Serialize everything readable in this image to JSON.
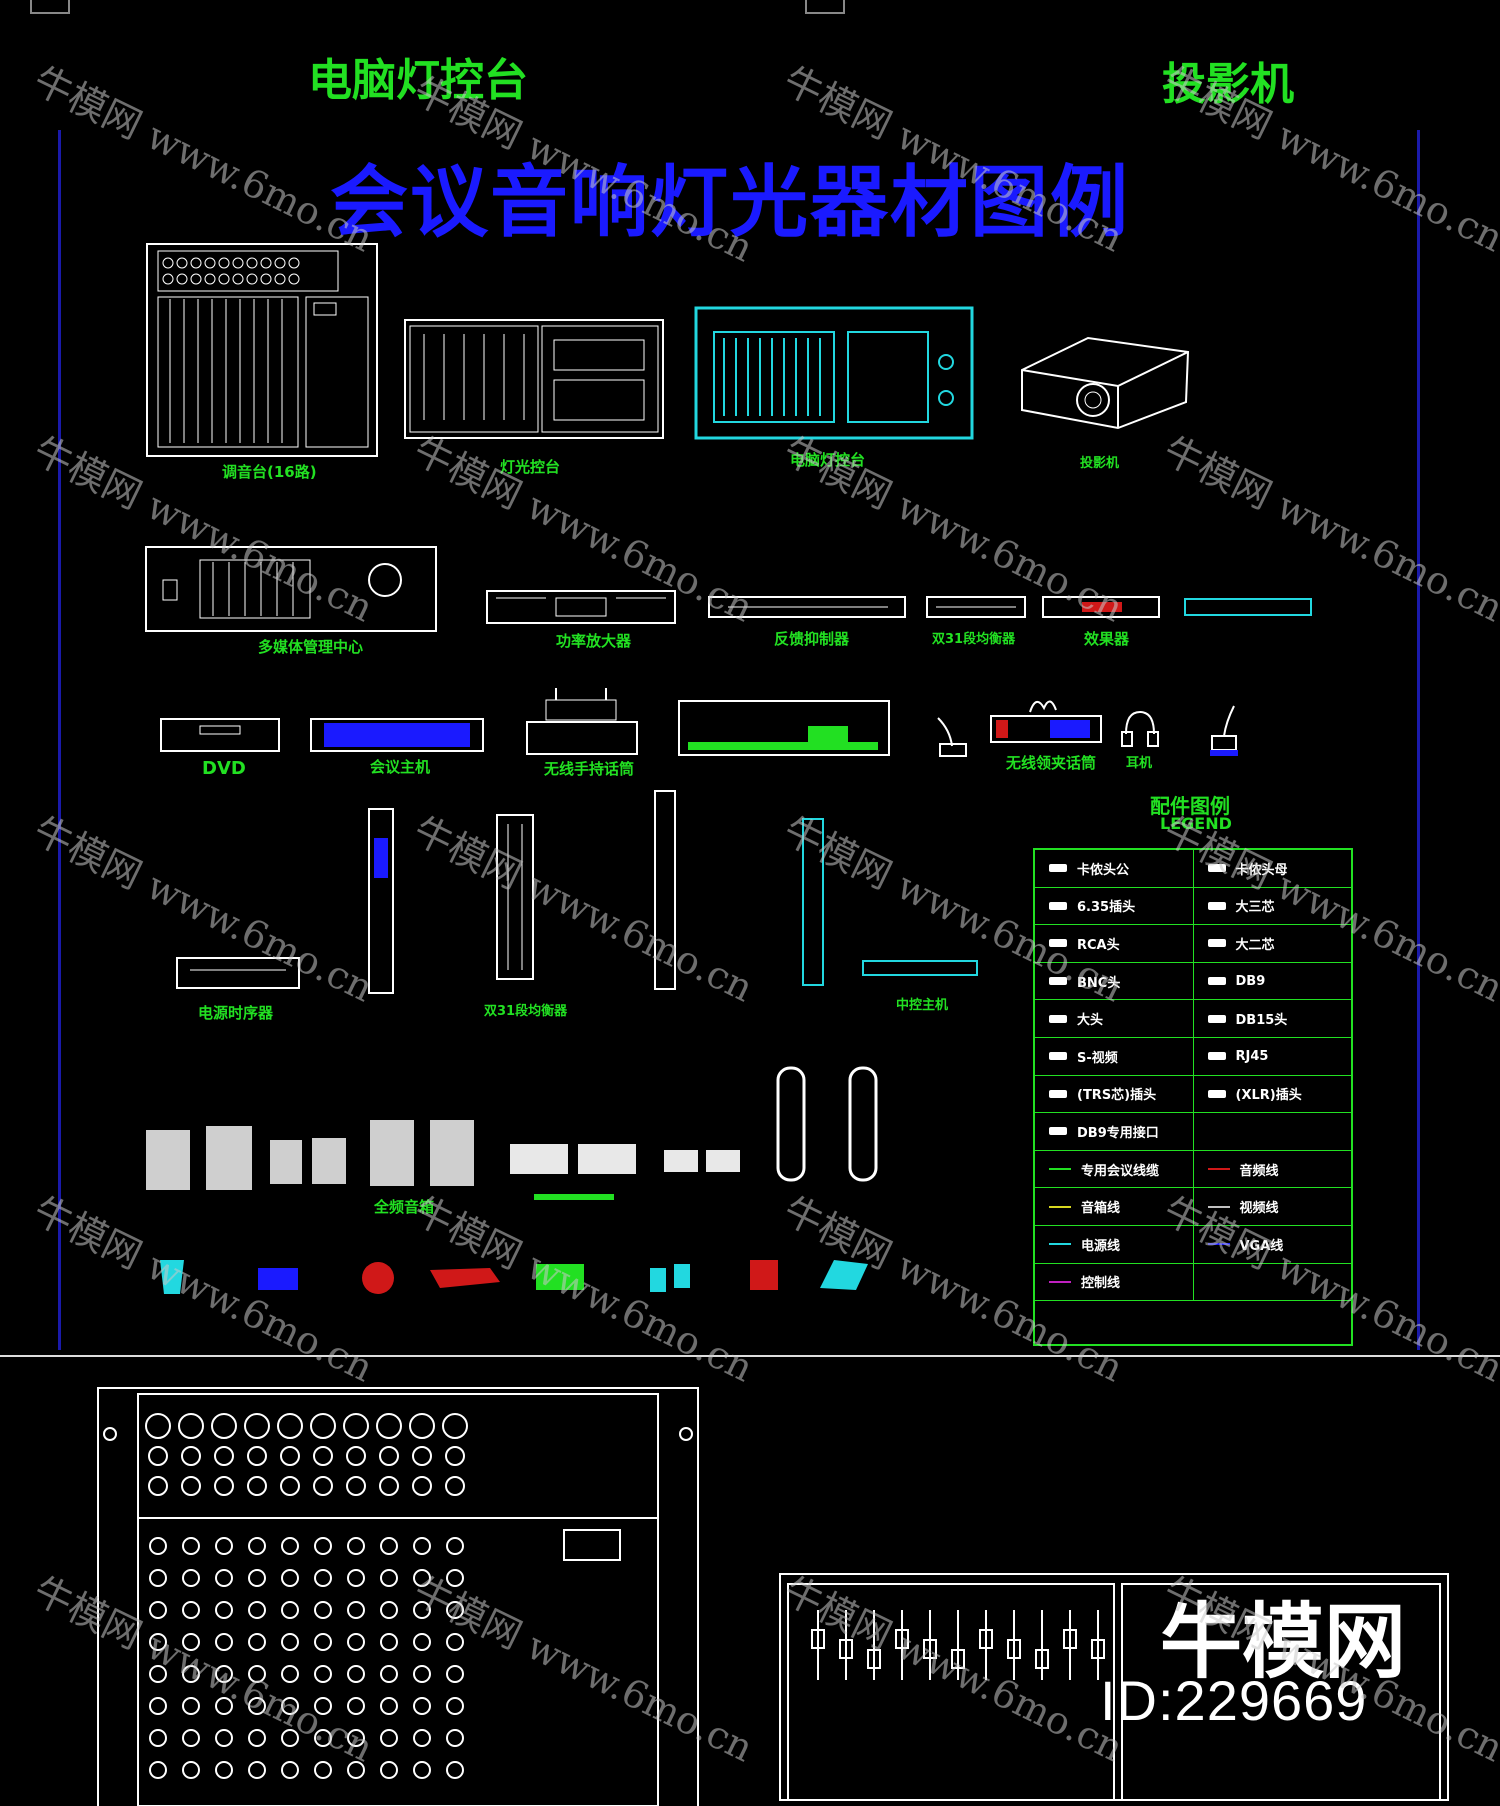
{
  "header": {
    "left_label": "电脑灯控台",
    "right_label": "投影机",
    "title": "会议音响灯光器材图例"
  },
  "equipment_labels": {
    "mixer": "调音台(16路)",
    "light_console": "灯光控台",
    "computer_light_console": "电脑灯控台",
    "projector": "投影机",
    "media_center": "多媒体管理中心",
    "power_amp": "功率放大器",
    "feedback_suppressor": "反馈抑制器",
    "equalizer": "双31段均衡器",
    "effects": "效果器",
    "dvd": "DVD",
    "conference_host": "会议主机",
    "wireless_handheld_mic": "无线手持话筒",
    "wireless_lapel_mic": "无线领夹话筒",
    "headset": "耳机",
    "power_sequencer": "电源时序器",
    "dual_31_equalizer": "双31段均衡器",
    "central_control": "中控主机",
    "full_range_speaker": "全频音箱"
  },
  "legend": {
    "title_cn": "配件图例",
    "title_en": "LEGEND",
    "rows": [
      [
        "卡侬头公",
        "卡侬头母"
      ],
      [
        "6.35插头",
        "大三芯"
      ],
      [
        "RCA头",
        "大二芯"
      ],
      [
        "BNC头",
        "DB9"
      ],
      [
        "大头",
        "DB15头"
      ],
      [
        "S-视频",
        "RJ45"
      ],
      [
        "(TRS芯)插头",
        "(XLR)插头"
      ],
      [
        "DB9专用接口",
        ""
      ],
      [
        "专用会议线缆",
        "音频线"
      ],
      [
        "音箱线",
        "视频线"
      ],
      [
        "电源线",
        "VGA线"
      ],
      [
        "控制线",
        ""
      ]
    ]
  },
  "legend_colors": {
    "row9_left": "#22e022",
    "row9_right": "#d01818",
    "row10_left": "#d8d820",
    "row10_right": "#c0c0c0",
    "row11_left": "#22d8e0",
    "row11_right": "#1a1aff",
    "row12_left": "#c020c0"
  },
  "watermark": {
    "text": "牛模网 www.6mo.cn"
  },
  "logo": {
    "name": "牛模网",
    "id": "ID:229669"
  },
  "colors": {
    "title": "#1a1aff",
    "label_green": "#22e022",
    "label_cyan": "#22d8e0",
    "background": "#000000"
  }
}
